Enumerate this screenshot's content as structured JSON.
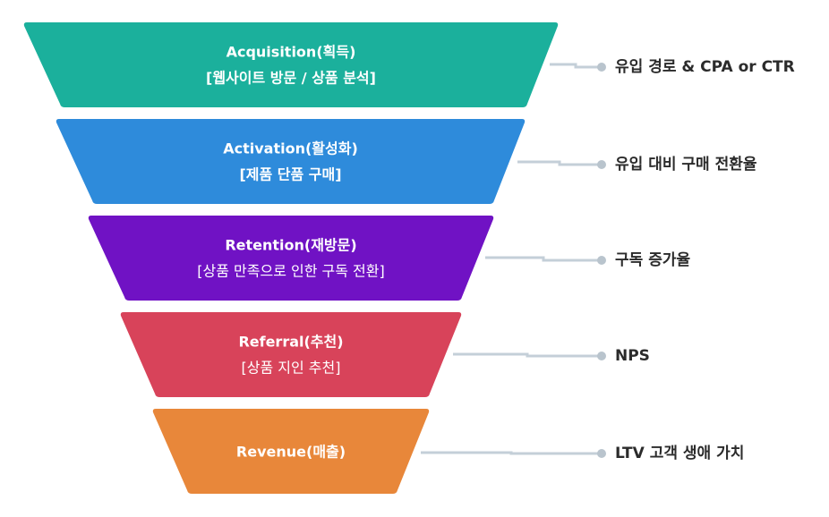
{
  "stages": [
    {
      "title": "Acquisition(획득)",
      "subtitle": "[웹사이트 방문 / 상품 분석]",
      "metric": "유입 경로 & CPA or CTR",
      "color": "#1bb09c"
    },
    {
      "title": "Activation(활성화)",
      "subtitle": "[제품 단품 구매]",
      "metric": "유입 대비 구매 전환율",
      "color": "#2e8bdb"
    },
    {
      "title": "Retention(재방문)",
      "subtitle": "[상품 만족으로 인한 구독 전환]",
      "metric": "구독 증가율",
      "color": "#7012c4"
    },
    {
      "title": "Referral(추천)",
      "subtitle": "[상품 지인 추천]",
      "metric": "NPS",
      "color": "#d8435a"
    },
    {
      "title": "Revenue(매출)",
      "subtitle": "",
      "metric": "LTV 고객 생애 가치",
      "color": "#e8873a"
    }
  ],
  "colors": {
    "connector": "#c4cfd8",
    "dot": "#b9c4cd",
    "metric_text": "#2b2b2b",
    "stage_text": "#ffffff"
  }
}
